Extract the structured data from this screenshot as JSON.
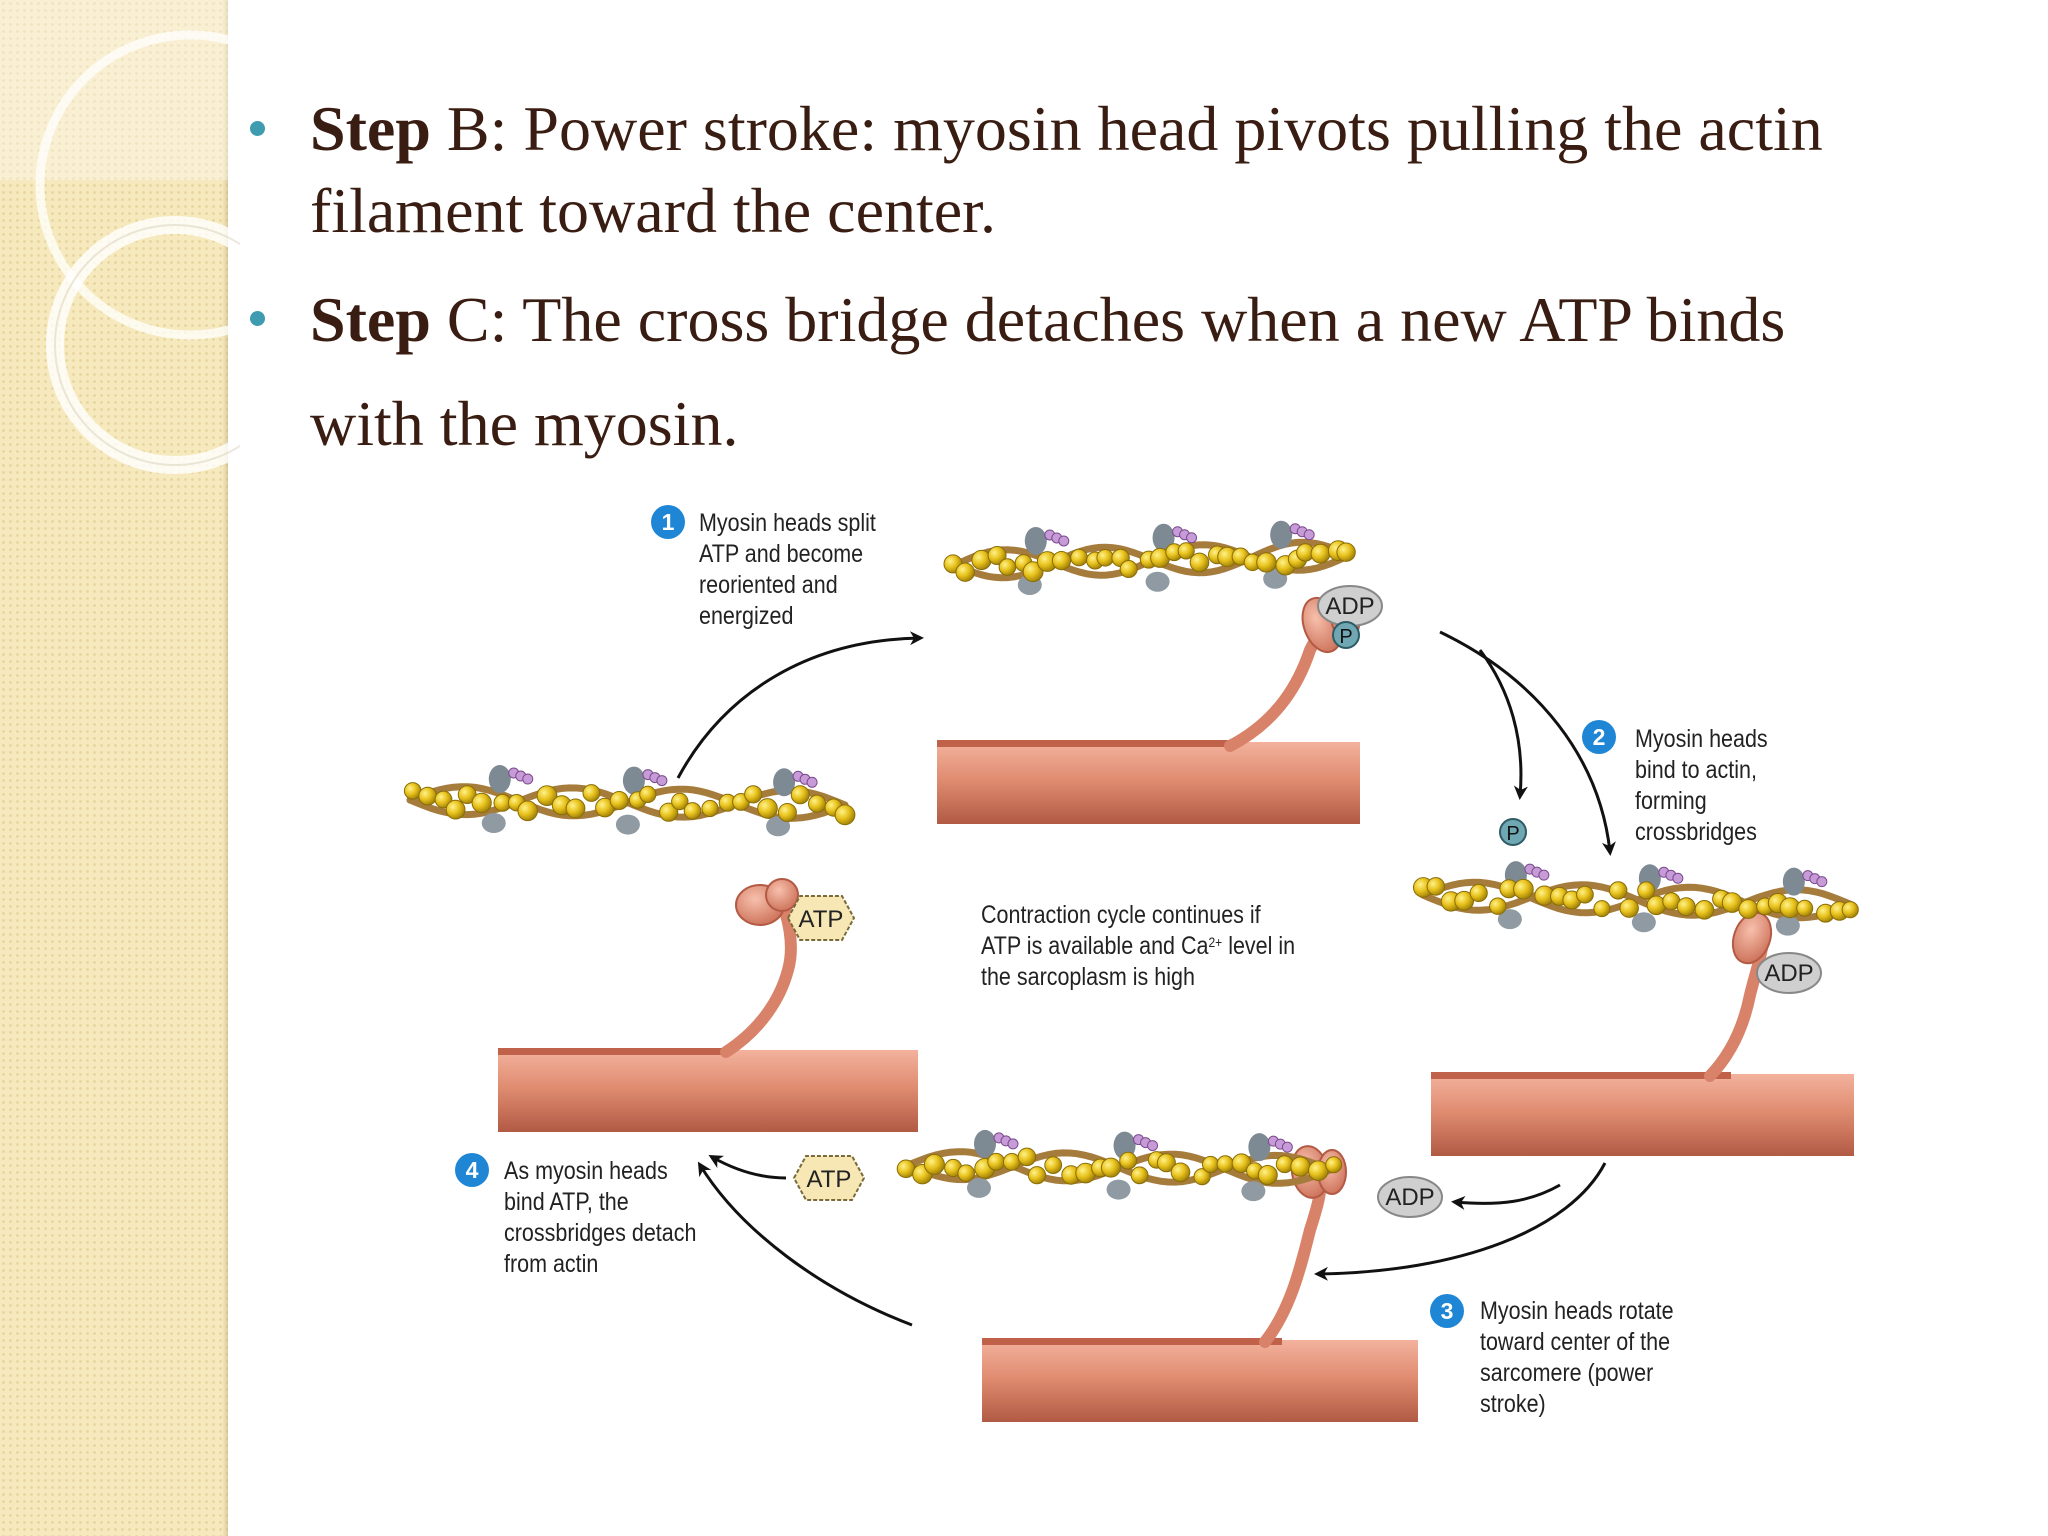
{
  "bullets": [
    {
      "strong": "Step",
      "rest_line1": " B: Power stroke: myosin head pivots pulling the actin",
      "rest_line2": "filament toward the center."
    },
    {
      "strong": "Step",
      "rest_line1": " C: The cross bridge detaches when a new ATP binds",
      "rest_line2": "with the myosin."
    }
  ],
  "diagram": {
    "steps": [
      {
        "number": "1",
        "lines": [
          "Myosin heads split",
          "ATP and become",
          "reoriented and",
          "energized"
        ]
      },
      {
        "number": "2",
        "lines": [
          "Myosin heads",
          "bind to actin,",
          "forming",
          "crossbridges"
        ]
      },
      {
        "number": "3",
        "lines": [
          "Myosin heads rotate",
          "toward center of the",
          "sarcomere (power",
          "stroke)"
        ]
      },
      {
        "number": "4",
        "lines": [
          "As myosin heads",
          "bind ATP, the",
          "crossbridges detach",
          "from actin"
        ]
      }
    ],
    "center_note": {
      "line1": "Contraction cycle continues if",
      "line2_pre": "ATP is available and Ca",
      "line2_sup": "2+",
      "line2_post": " level in",
      "line3": "the sarcoplasm is high"
    },
    "molecules": {
      "adp": "ADP",
      "p": "P",
      "atp": "ATP"
    },
    "colors": {
      "bullet": "#3e9bb0",
      "step_badge": "#1f86d6",
      "myosin": "#d9826a",
      "actin_bead": "#e8c21c",
      "text": "#3a1d12"
    }
  }
}
